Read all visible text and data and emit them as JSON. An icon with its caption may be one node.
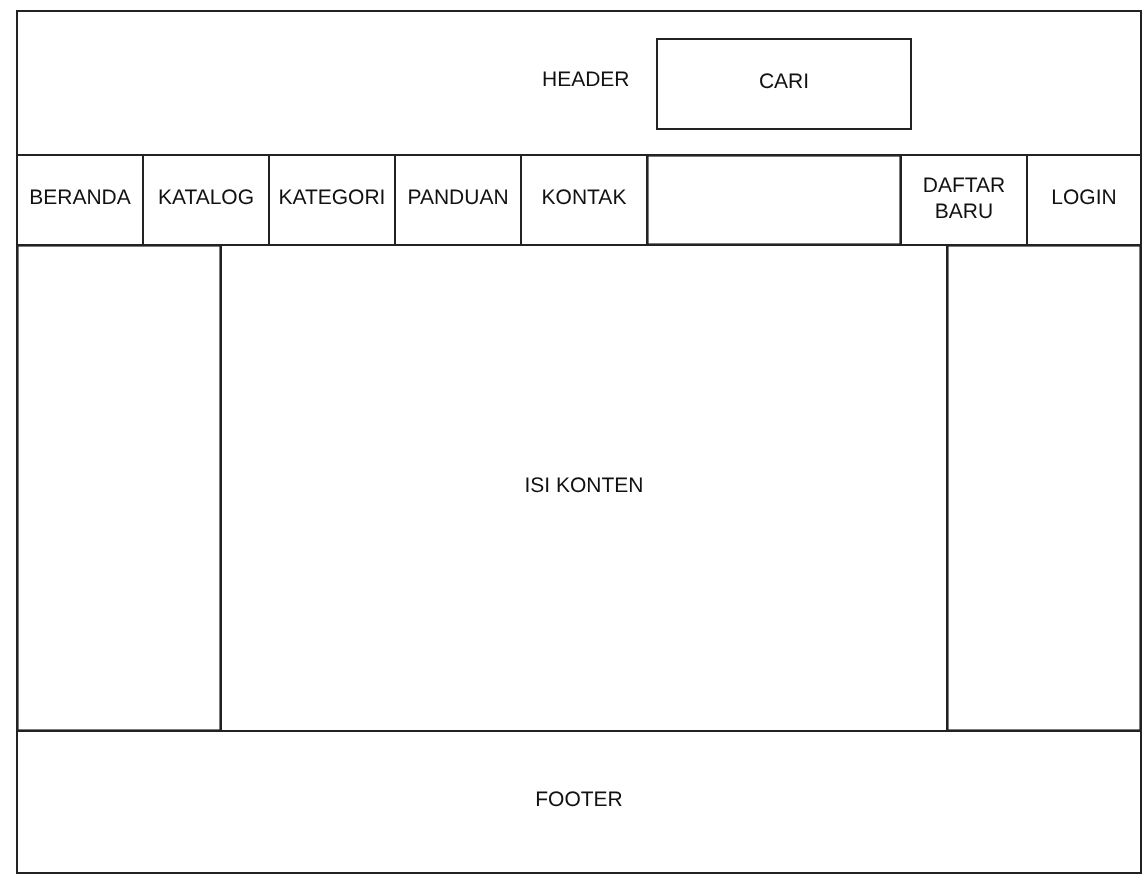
{
  "diagram": {
    "nodes": [
      {
        "text": [
          "HEADER"
        ]
      },
      {
        "text": [
          "CARI"
        ],
        "in": 0
      },
      {
        "text": [
          "BERANDA"
        ]
      },
      {
        "text": [
          "KATALOG"
        ]
      },
      {
        "text": [
          "KATEGORI"
        ]
      },
      {
        "text": [
          "PANDUAN"
        ]
      },
      {
        "text": [
          "KONTAK"
        ]
      },
      {
        "text": [],
        "shape": "box"
      },
      {
        "text": [
          "DAFTAR BARU"
        ]
      },
      {
        "text": [
          "LOGIN"
        ]
      },
      {
        "text": [],
        "shape": "box"
      },
      {
        "text": [
          "ISI KONTEN"
        ]
      },
      {
        "text": [],
        "shape": "box"
      },
      {
        "text": [
          "FOOTER"
        ]
      }
    ]
  }
}
